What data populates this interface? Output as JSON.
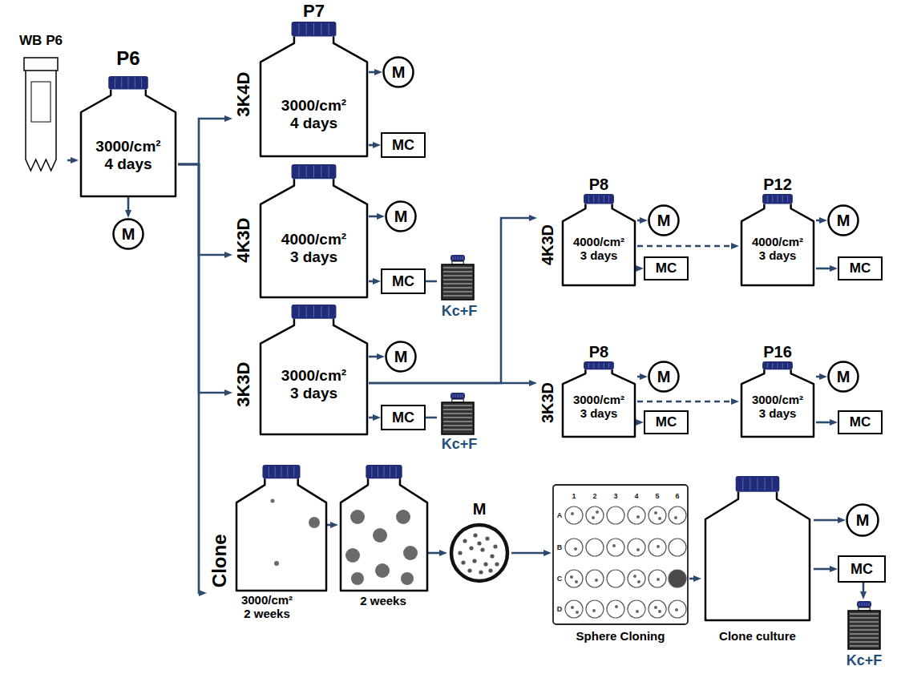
{
  "diagram": {
    "nodes": [
      {
        "text": [
          "WB P6"
        ]
      },
      {
        "text": [
          "P6",
          "3000/cm²",
          "4 days"
        ]
      },
      {
        "text": [
          "M"
        ]
      },
      {
        "text": [
          "P7",
          "3K4D",
          "3000/cm²",
          "4 days"
        ]
      },
      {
        "text": [
          "M"
        ]
      },
      {
        "text": [
          "MC"
        ]
      },
      {
        "text": [
          "4K3D",
          "4000/cm²",
          "3 days"
        ]
      },
      {
        "text": [
          "M"
        ]
      },
      {
        "text": [
          "MC"
        ]
      },
      {
        "text": [
          "Kc+F"
        ]
      },
      {
        "text": [
          "3K3D",
          "3000/cm²",
          "3 days"
        ]
      },
      {
        "text": [
          "M"
        ]
      },
      {
        "text": [
          "MC"
        ]
      },
      {
        "text": [
          "Kc+F"
        ]
      },
      {
        "text": [
          "P8",
          "4K3D",
          "4000/cm²",
          "3 days"
        ]
      },
      {
        "text": [
          "M"
        ]
      },
      {
        "text": [
          "MC"
        ]
      },
      {
        "text": [
          "P12",
          "4000/cm²",
          "3 days"
        ]
      },
      {
        "text": [
          "M"
        ]
      },
      {
        "text": [
          "MC"
        ]
      },
      {
        "text": [
          "P8",
          "3K3D",
          "3000/cm²",
          "3 days"
        ]
      },
      {
        "text": [
          "M"
        ]
      },
      {
        "text": [
          "MC"
        ]
      },
      {
        "text": [
          "P16",
          "3000/cm²",
          "3 days"
        ]
      },
      {
        "text": [
          "M"
        ]
      },
      {
        "text": [
          "MC"
        ]
      },
      {
        "text": [
          "Clone",
          "3000/cm²",
          "2 weeks"
        ]
      },
      {
        "text": [
          "2 weeks"
        ]
      },
      {
        "text": [
          "M"
        ]
      },
      {
        "text": [
          "Sphere Cloning"
        ]
      },
      {
        "text": [
          "Clone culture"
        ]
      },
      {
        "text": [
          "M"
        ]
      },
      {
        "text": [
          "MC"
        ]
      },
      {
        "text": [
          "Kc+F"
        ]
      }
    ],
    "edges": [
      {
        "from": 0,
        "to": 1,
        "arrow": "to"
      },
      {
        "from": 1,
        "to": 2,
        "arrow": "to"
      },
      {
        "from": 1,
        "to": 3,
        "arrow": "to"
      },
      {
        "from": 1,
        "to": 6,
        "arrow": "to"
      },
      {
        "from": 1,
        "to": 10,
        "arrow": "to"
      },
      {
        "from": 1,
        "to": 26,
        "arrow": "to"
      },
      {
        "from": 3,
        "to": 4,
        "arrow": "to"
      },
      {
        "from": 3,
        "to": 5,
        "arrow": "to"
      },
      {
        "from": 6,
        "to": 7,
        "arrow": "to"
      },
      {
        "from": 6,
        "to": 8,
        "arrow": "to"
      },
      {
        "from": 8,
        "to": 9,
        "arrow": "none"
      },
      {
        "from": 10,
        "to": 11,
        "arrow": "to"
      },
      {
        "from": 10,
        "to": 12,
        "arrow": "to"
      },
      {
        "from": 12,
        "to": 13,
        "arrow": "none"
      },
      {
        "from": 10,
        "to": 14,
        "arrow": "to"
      },
      {
        "from": 10,
        "to": 20,
        "arrow": "to"
      },
      {
        "from": 14,
        "to": 15,
        "arrow": "to"
      },
      {
        "from": 14,
        "to": 16,
        "arrow": "to"
      },
      {
        "from": 14,
        "to": 17,
        "arrow": "to"
      },
      {
        "from": 17,
        "to": 18,
        "arrow": "to"
      },
      {
        "from": 17,
        "to": 19,
        "arrow": "to"
      },
      {
        "from": 20,
        "to": 21,
        "arrow": "to"
      },
      {
        "from": 20,
        "to": 22,
        "arrow": "to"
      },
      {
        "from": 20,
        "to": 23,
        "arrow": "to"
      },
      {
        "from": 23,
        "to": 24,
        "arrow": "to"
      },
      {
        "from": 23,
        "to": 25,
        "arrow": "to"
      },
      {
        "from": 26,
        "to": 27,
        "arrow": "to"
      },
      {
        "from": 27,
        "to": 28,
        "arrow": "to"
      },
      {
        "from": 28,
        "to": 29,
        "arrow": "to"
      },
      {
        "from": 29,
        "to": 30,
        "arrow": "to"
      },
      {
        "from": 30,
        "to": 31,
        "arrow": "to"
      },
      {
        "from": 30,
        "to": 32,
        "arrow": "to"
      },
      {
        "from": 32,
        "to": 33,
        "arrow": "to"
      }
    ],
    "labels": [
      "1",
      "2",
      "3",
      "4",
      "5",
      "6",
      "A",
      "B",
      "C",
      "D"
    ]
  }
}
